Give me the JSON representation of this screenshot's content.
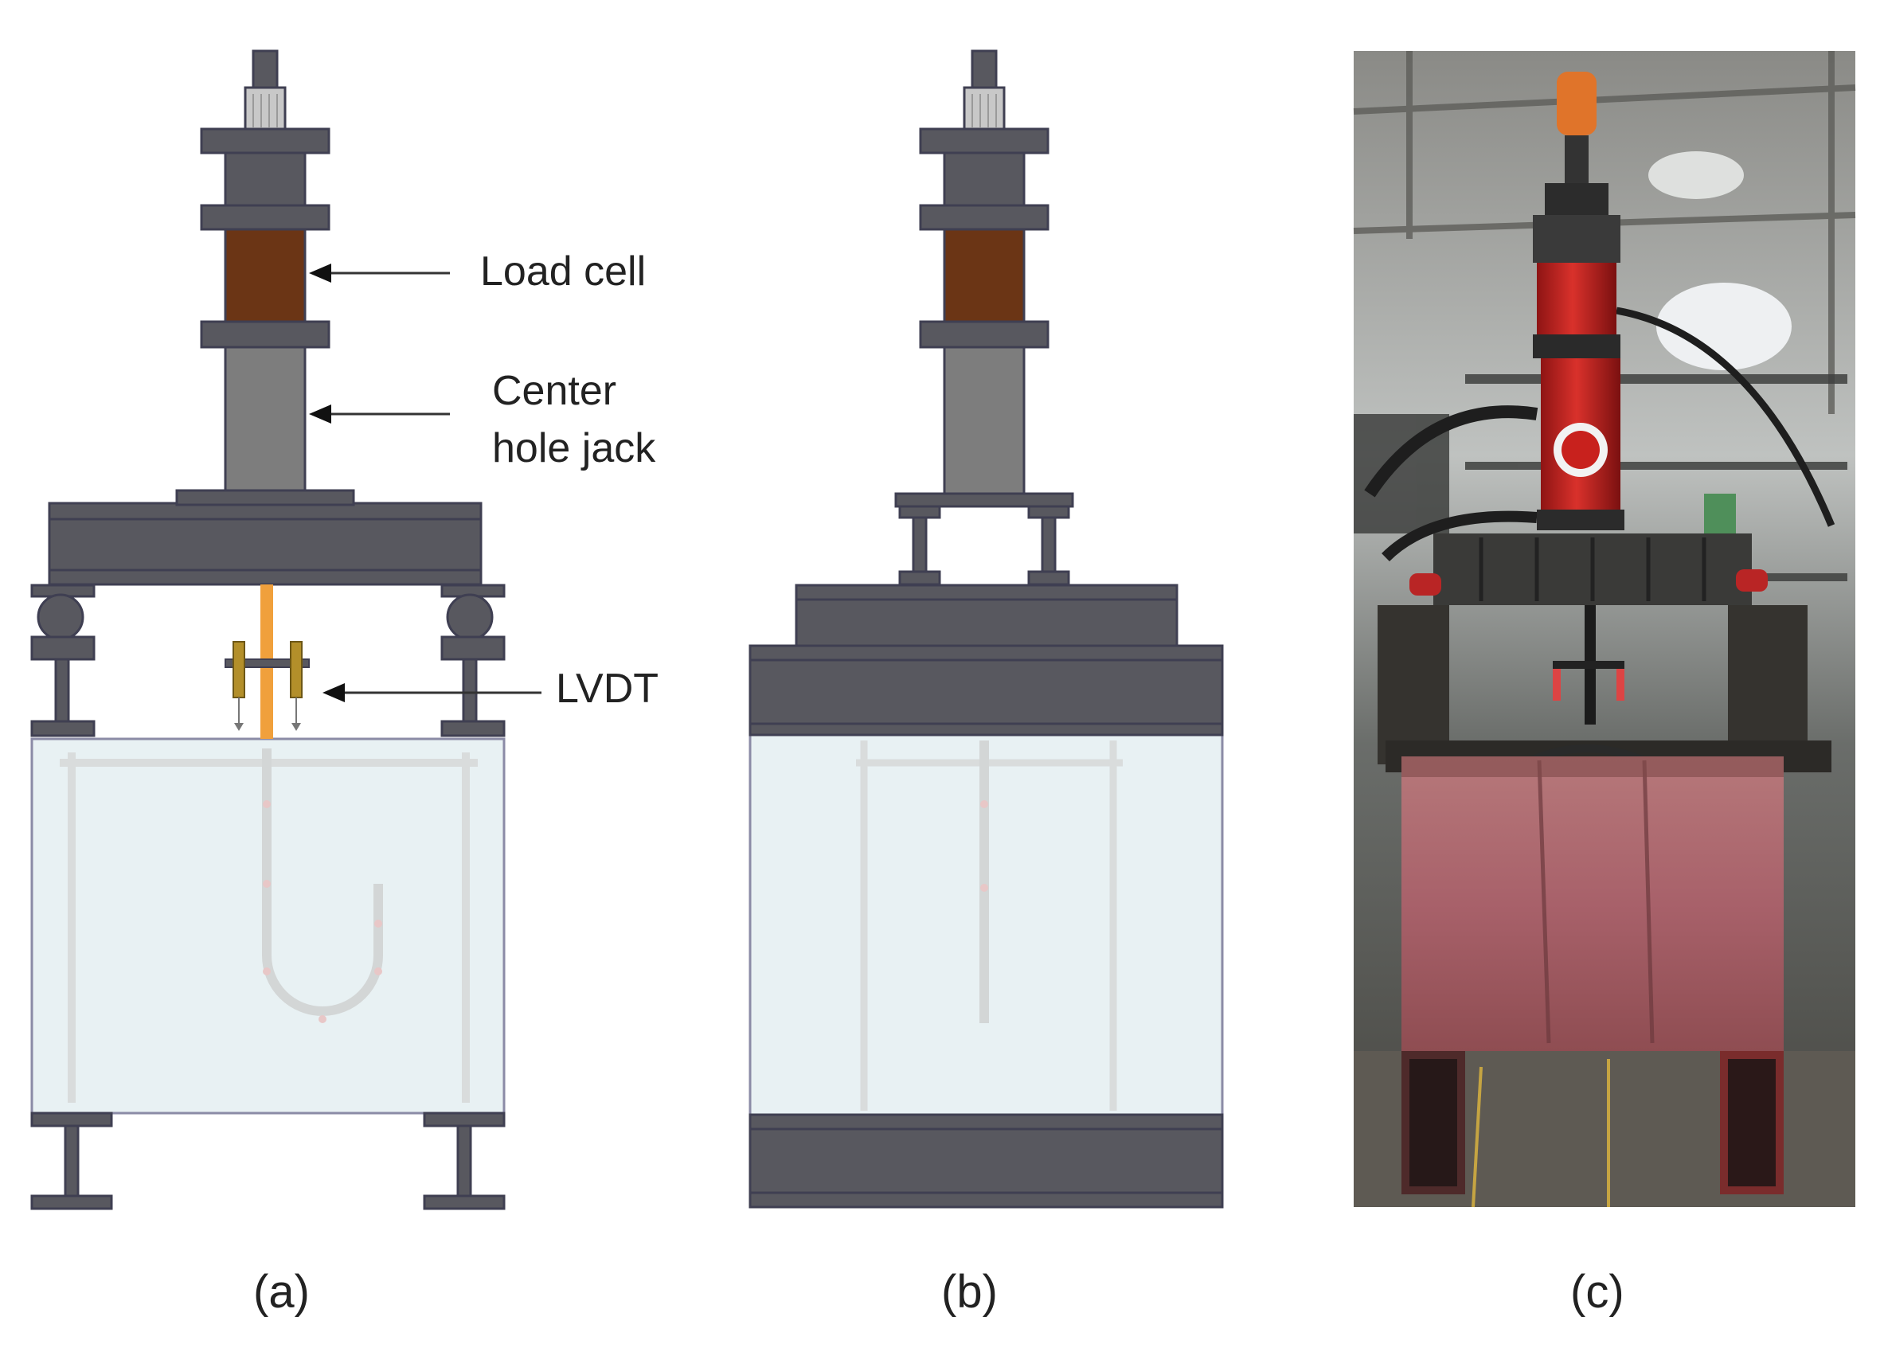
{
  "panels": {
    "a": {
      "caption": "(a)",
      "labels": {
        "load_cell": "Load cell",
        "center_hole_jack_line1": "Center",
        "center_hole_jack_line2": "hole jack",
        "lvdt": "LVDT"
      }
    },
    "b": {
      "caption": "(b)"
    },
    "c": {
      "caption": "(c)"
    }
  },
  "colors": {
    "steel": "#58585f",
    "steel_edge": "#3f3f52",
    "load_cell": "#6b3515",
    "jack": "#7d7d7d",
    "concrete": "#e8f1f3",
    "strand": "#f0a03c",
    "lvdt": "#b38f2a",
    "rebar": "#d9dcdc"
  }
}
